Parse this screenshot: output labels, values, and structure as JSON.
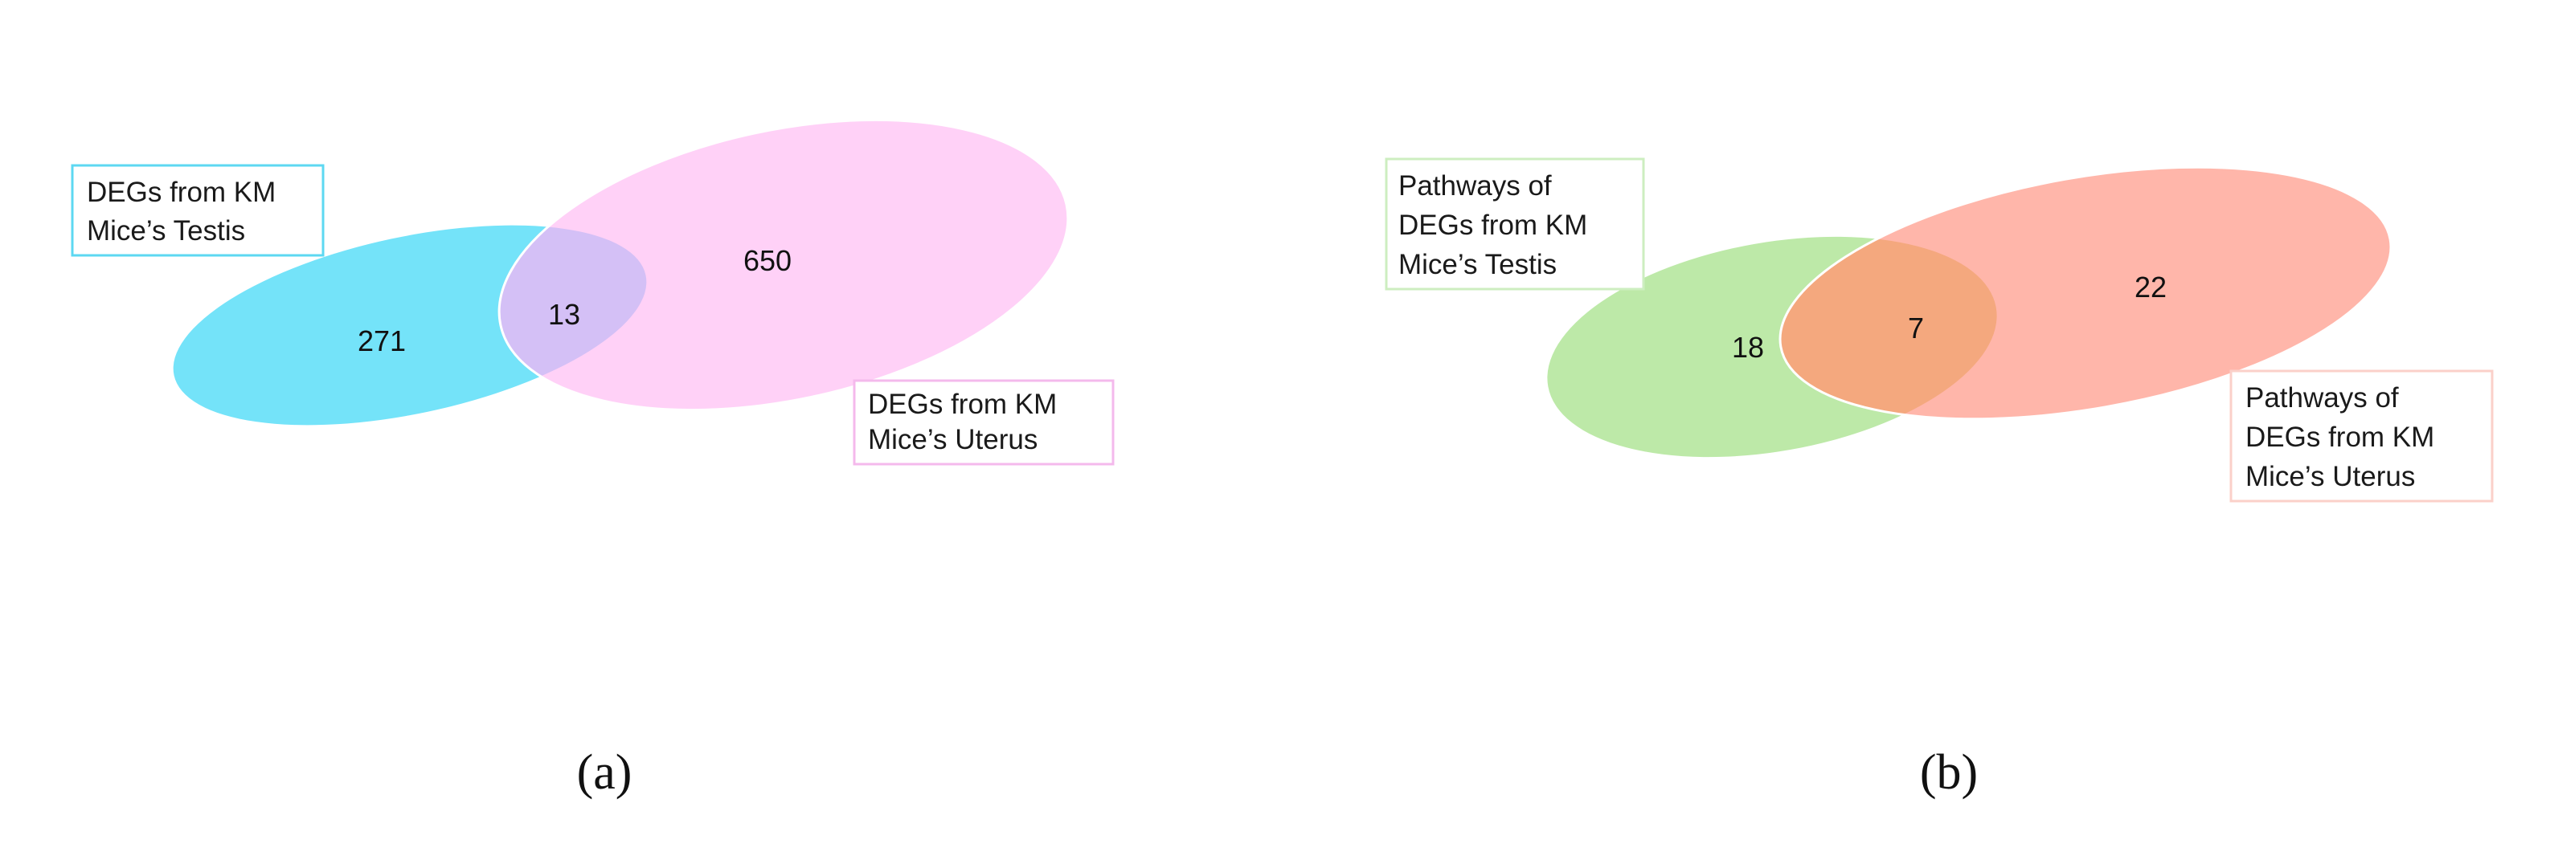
{
  "panels": [
    {
      "id": "a",
      "caption": "(a)",
      "left_set": {
        "label_lines": [
          "DEGs from KM",
          "Mice’s Testis"
        ],
        "only_count": "271",
        "color": "#74e3f9",
        "border_color": "#5dd8f2"
      },
      "right_set": {
        "label_lines": [
          "DEGs from KM",
          "Mice’s Uterus"
        ],
        "only_count": "650",
        "color": "#ffd1f7",
        "border_color": "#f4b9ec"
      },
      "overlap": {
        "count": "13",
        "color": "#d4c0f6"
      }
    },
    {
      "id": "b",
      "caption": "(b)",
      "left_set": {
        "label_lines": [
          "Pathways of",
          "DEGs from KM",
          "Mice’s Testis"
        ],
        "only_count": "18",
        "color": "#bde9a8",
        "border_color": "#cdeec0"
      },
      "right_set": {
        "label_lines": [
          "Pathways of",
          "DEGs from KM",
          "Mice’s Uterus"
        ],
        "only_count": "22",
        "color": "#ffb6aa",
        "border_color": "#fbd0c9"
      },
      "overlap": {
        "count": "7",
        "color": "#f4a87e"
      }
    }
  ]
}
